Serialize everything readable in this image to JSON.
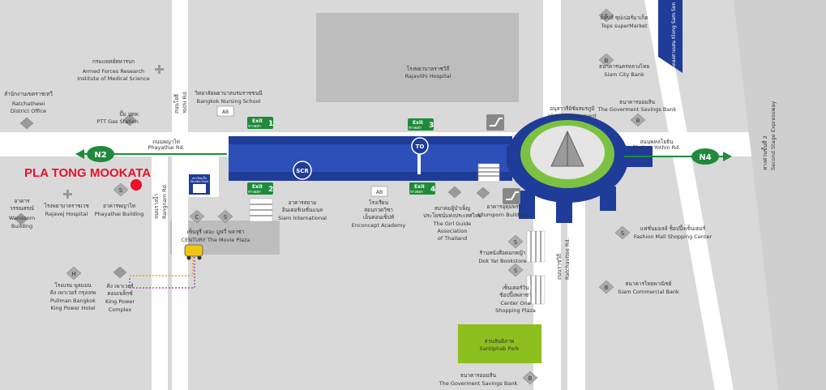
{
  "highlight": {
    "text": "PLA TONG MOOKATA",
    "color": "#e8102a"
  },
  "colors": {
    "rail": "#1f3c99",
    "ring": "#7cc242",
    "green_sign": "#1f8a3b",
    "park": "#8dbf1f",
    "road": "#ffffff",
    "block": "#c9c9c9",
    "accent_red": "#e8102a"
  },
  "roads": {
    "phayathai_th": "ถนนพญาไท",
    "phayathai_en": "Phayathai Rd.",
    "phahon_th": "ถนนพหลโยธิน",
    "phahon_en": "Phahon Yothin Rd.",
    "yothi_th": "ถนนโยธี",
    "yothi_en": "Yothi Rd.",
    "rangnam_th": "ถนนรางน้ำ",
    "rangnam_en": "Rangnam Rd.",
    "ratchavithee_th": "ถนนราชวิถี",
    "ratchavithee_en": "Ratchavitee Rd.",
    "kongsamsen": "คลองสามเสน Klong Sam Sen",
    "expressway_th": "ทางด่วนขั้นที่ 2",
    "expressway_en": "Second Stage Expressway"
  },
  "route_markers": {
    "left": "N2",
    "right": "N4"
  },
  "exits": [
    {
      "label": "Exit",
      "sub": "ทางออก",
      "num": "1"
    },
    {
      "label": "Exit",
      "sub": "ทางออก",
      "num": "2"
    },
    {
      "label": "Exit",
      "sub": "ทางออก",
      "num": "3"
    },
    {
      "label": "Exit",
      "sub": "ทางออก",
      "num": "4"
    }
  ],
  "station": {
    "to_label": "TO",
    "scr_label": "SCR",
    "sign_th": "สถานีเคเบิ้ล",
    "sign_en": "Shuttle Point"
  },
  "places": {
    "armed_th": "กรมแพทย์ทหารบก",
    "armed_en1": "Armed Forces Research",
    "armed_en2": "Institute of Medical Science",
    "ratchathewi_th": "สำนักงานเขตราชเทวี",
    "ratchathewi_en1": "Ratchathewi",
    "ratchathewi_en2": "District Office",
    "ptt_th": "ปั๊ม ปตท.",
    "ptt_en": "PTT Gas Station",
    "nursing_th": "วิทยาลัยพยาบาลบรมราชชนนี",
    "nursing_en": "Bangkok Nursing School",
    "rajavithi_th": "โรงพยาบาลราชวิถี",
    "rajavithi_en": "Rajavithi Hospital",
    "victory_th": "อนุสาวรีย์ชัยสมรภูมิ",
    "victory_en": "Victory Monument",
    "tops_th": "ท็อปส์ ซุปเปอร์มาเก็ต",
    "tops_en": "Tops superMarket",
    "siamcity_th": "ธนาคารนครหลวงไทย",
    "siamcity_en": "Siam City Bank",
    "gsb1_th": "ธนาคารออมสิน",
    "gsb1_en": "The Goverment Savings Bank",
    "wanasorn_th1": "อาคาร",
    "wanasorn_th2": "วรรณสรณ์",
    "wanasorn_en1": "Wanasorn",
    "wanasorn_en2": "Building",
    "rajavej_th": "โรงพยาบาลราชเวช",
    "rajavej_en": "Rajavej Hospital",
    "phayathai_bldg_th": "อาคารพญาไท",
    "phayathai_bldg_en": "Phayathai Building",
    "century_th": "เซ็นจูรี่ เดอะ มูฟวี่ พลาซ่า",
    "century_en": "CENTURY The Movie Plaza",
    "siamint_th1": "อาคารสยาม",
    "siamint_th2": "อินเตอร์เนชั่นแนล",
    "siamint_en": "Siam International",
    "enconcept_th1": "โรงเรียน",
    "enconcept_th2": "สอนกวดวิชา",
    "enconcept_th3": "เอ็นคอนเซ็ปท์",
    "enconcept_en": "Enconcept Academy",
    "girlguide_th1": "สมาคมผู้บำเพ็ญ",
    "girlguide_th2": "ประโยชน์แห่งประเทศไทย",
    "girlguide_en1": "The Girl Guide",
    "girlguide_en2": "Association",
    "girlguide_en3": "of Thailand",
    "utumporn_th": "อาคารอุทุมพร",
    "utumporn_en": "Utumporn Building",
    "fashionmall_th": "แฟชั่นมอลล์ ช็อปปิ้งเซ็นเตอร์",
    "fashionmall_en": "Fashion Mall Shopping Center",
    "dokya_th": "ร้านหนังสือดอกหญ้า",
    "dokya_en": "Dok Yar Bookstore",
    "centerone_th1": "เซ็นเตอร์วัน",
    "centerone_th2": "ช้อปปิ้งพลาซ่า",
    "centerone_en1": "Center One",
    "centerone_en2": "Shopping Plaza",
    "siamcomm_th": "ธนาคารไทยพาณิชย์",
    "siamcomm_en": "Siam Commercial Bank",
    "pullman_th1": "โรงแรม พูลแมน",
    "pullman_th2": "คิง เพาเวอร์ กรุงเทพ",
    "pullman_en1": "Pullman Bangkok",
    "pullman_en2": "King Power Hotel",
    "kingpower_th1": "คิง เพาเวอร์",
    "kingpower_th2": "คอมเพล็กซ์",
    "kingpower_en1": "King Power",
    "kingpower_en2": "Complex",
    "santiphab_th": "สวนสันติภาพ",
    "santiphab_en": "Santiphab Park",
    "gsb2_th": "ธนาคารออมสิน",
    "gsb2_en": "The Goverment Savings Bank"
  },
  "icons": {
    "shop": "S",
    "bank": "B",
    "cinema": "C",
    "hotel": "H",
    "school": "AB",
    "hospital": "+"
  }
}
